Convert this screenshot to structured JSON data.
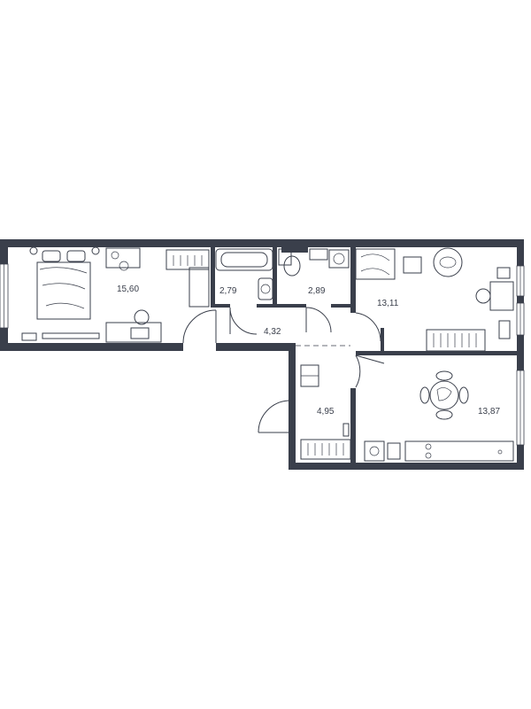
{
  "plan": {
    "rooms": [
      {
        "id": "bedroom",
        "area": "15,60"
      },
      {
        "id": "bathroom",
        "area": "2,79"
      },
      {
        "id": "toilet",
        "area": "2,89"
      },
      {
        "id": "living-room",
        "area": "13,11"
      },
      {
        "id": "corridor",
        "area": "4,32"
      },
      {
        "id": "hallway",
        "area": "4,95"
      },
      {
        "id": "kitchen",
        "area": "13,87"
      }
    ],
    "colors": {
      "wall": "#3a3f4b",
      "background": "#ffffff"
    }
  }
}
